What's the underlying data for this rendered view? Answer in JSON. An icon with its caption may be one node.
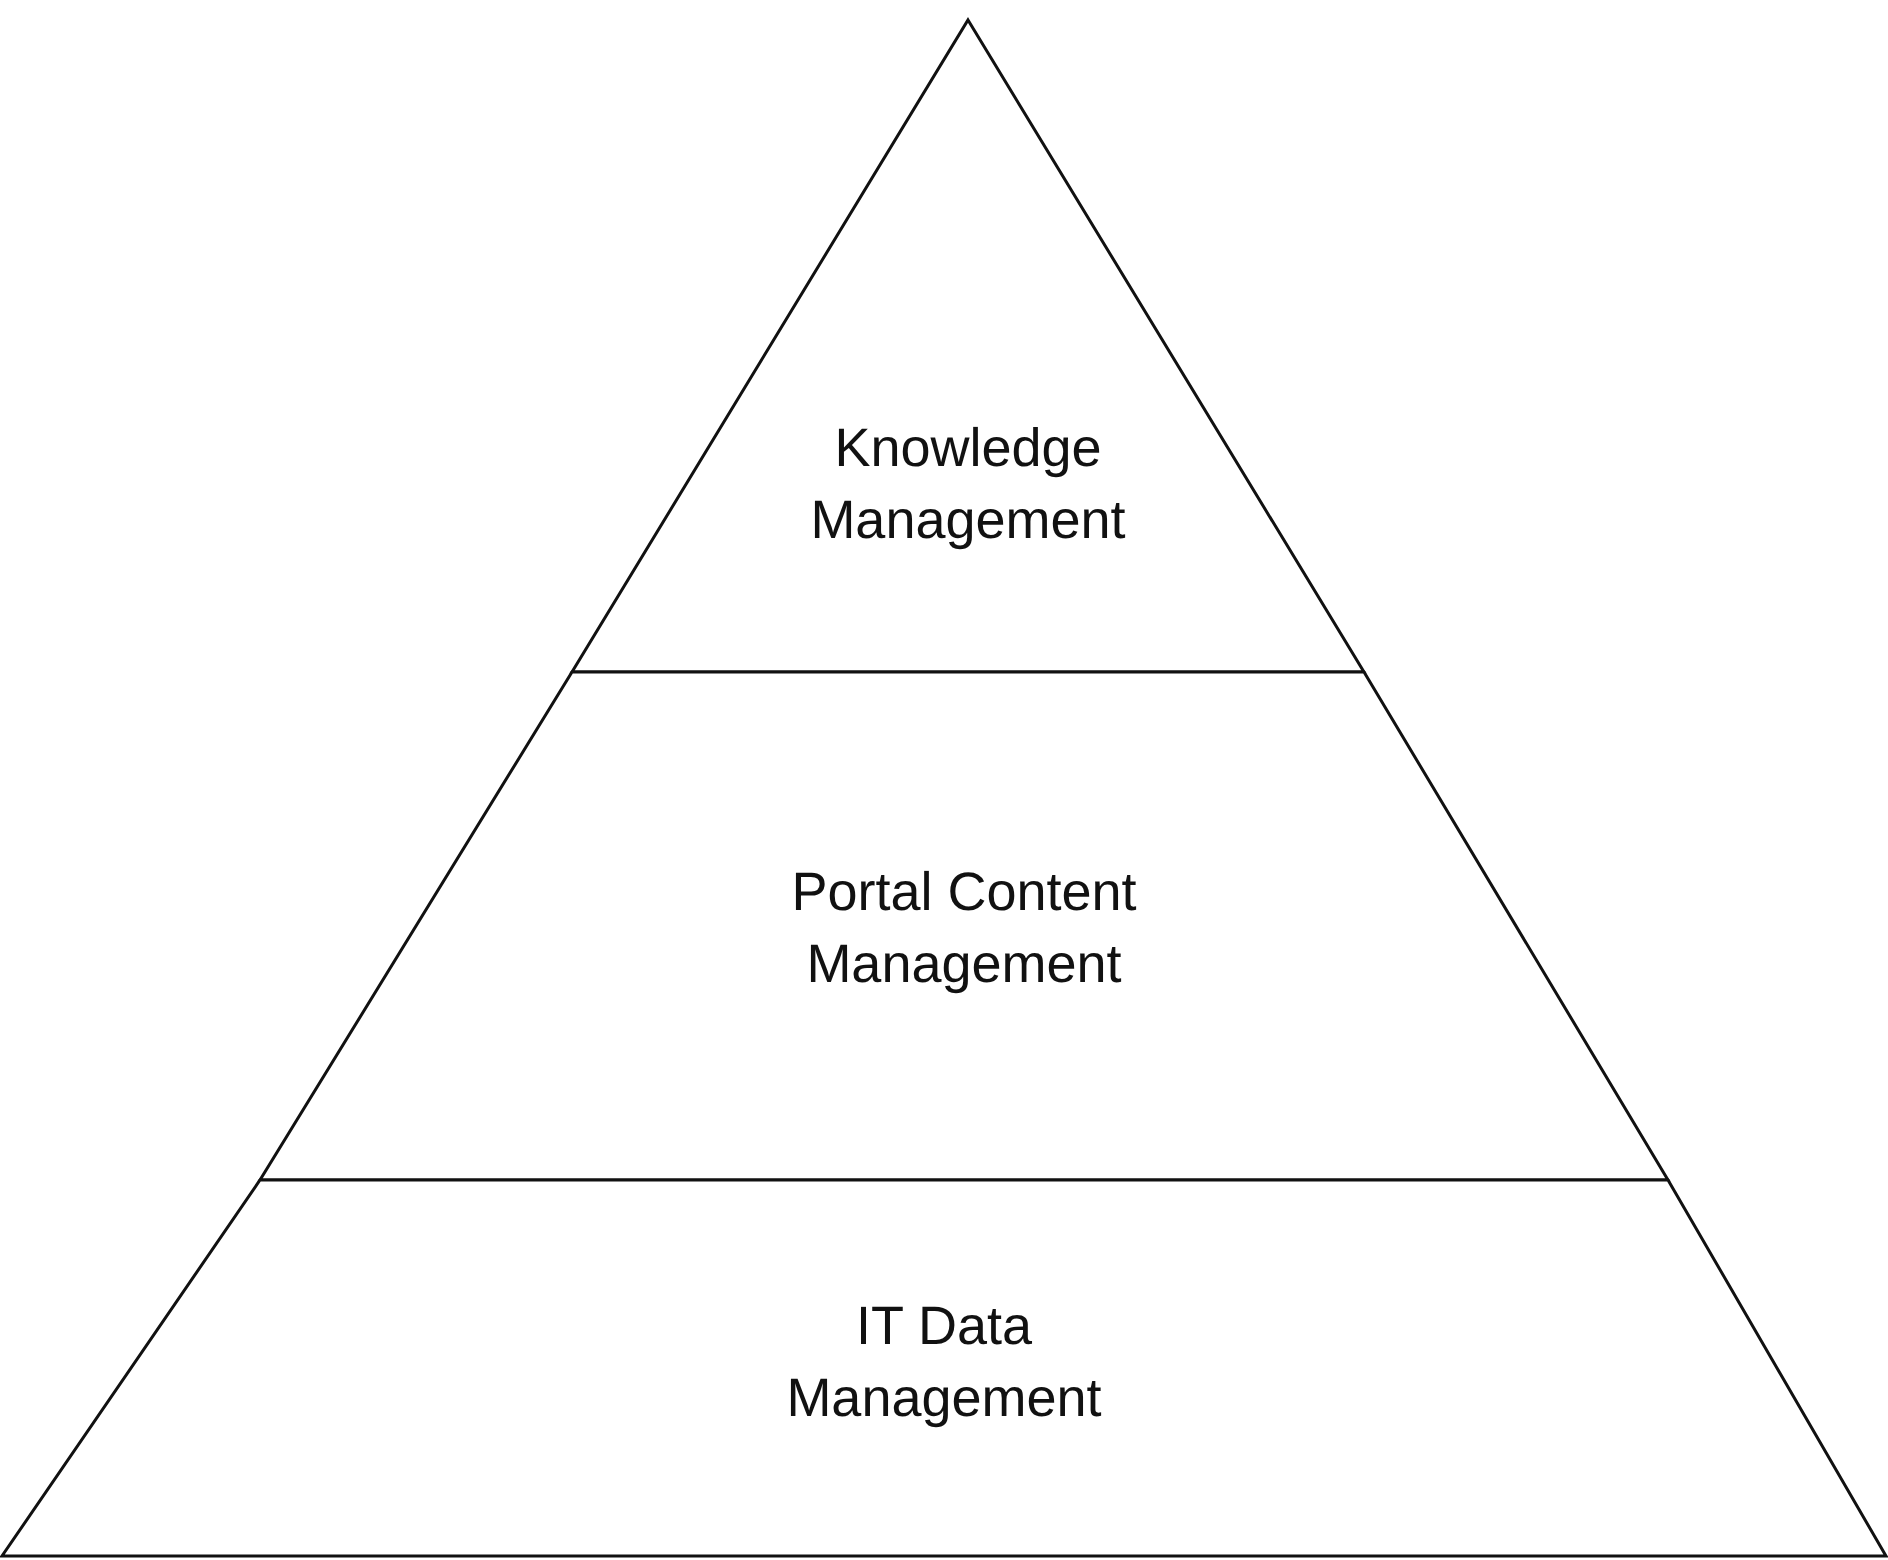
{
  "diagram": {
    "nodes": [
      {
        "text": [
          "Knowledge Management"
        ]
      },
      {
        "text": [
          "Portal Content Management"
        ]
      },
      {
        "text": [
          "IT Data Management"
        ]
      }
    ]
  }
}
